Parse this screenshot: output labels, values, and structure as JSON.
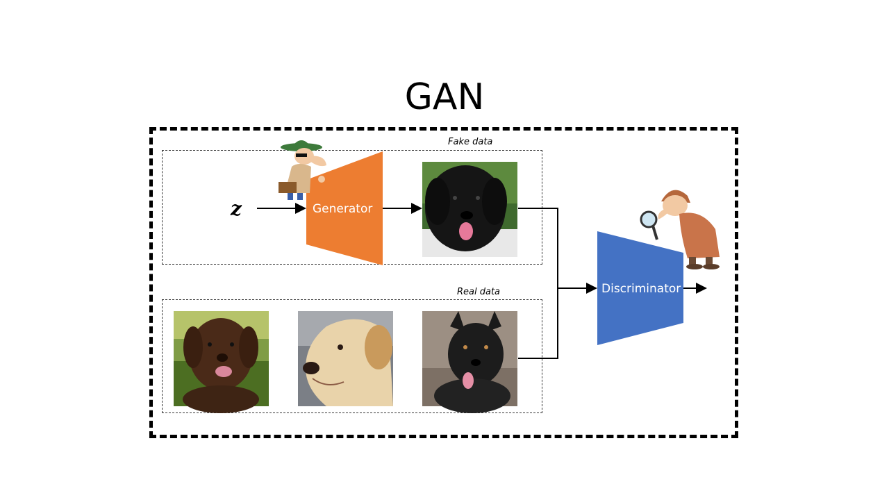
{
  "title": "GAN",
  "noise_symbol": "z",
  "fake_section": {
    "label": "Fake data"
  },
  "real_section": {
    "label": "Real data"
  },
  "generator": {
    "label": "Generator",
    "color": "#ED7D31"
  },
  "discriminator": {
    "label": "Discriminator",
    "color": "#4472C4"
  },
  "images": {
    "fake_dog": "black-dog-photo",
    "real_dogs": [
      "chocolate-labrador-photo",
      "yellow-labrador-photo",
      "black-shepherd-photo"
    ]
  },
  "characters": [
    "spy-cartoon",
    "detective-cartoon"
  ]
}
